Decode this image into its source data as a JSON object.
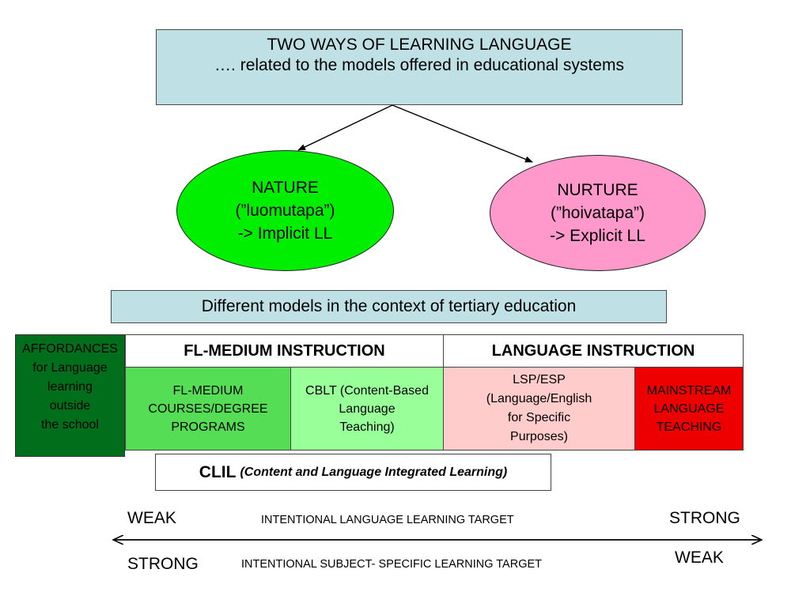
{
  "title": {
    "line1": "TWO WAYS OF LEARNING LANGUAGE",
    "line2": "…. related to the models offered in educational systems"
  },
  "nature": {
    "line1": "NATURE",
    "line2": "(”luomutapa”)",
    "line3": "-> Implicit LL"
  },
  "nurture": {
    "line1": "NURTURE",
    "line2": "(”hoivatapa”)",
    "line3": "-> Explicit LL"
  },
  "models_heading": "Different models in the context of tertiary education",
  "affordances": {
    "lines": [
      "AFFORDANCES",
      "for Language",
      "learning",
      "outside",
      "the school"
    ]
  },
  "headers": {
    "fl_medium": "FL-MEDIUM INSTRUCTION",
    "language": "LANGUAGE INSTRUCTION"
  },
  "cells": {
    "fl_medium": [
      "FL-MEDIUM",
      "COURSES/DEGREE",
      "PROGRAMS"
    ],
    "cblt": [
      "CBLT (Content-Based",
      "Language",
      "Teaching)"
    ],
    "lsp": [
      "LSP/ESP",
      "(Language/English",
      "for Specific",
      "Purposes)"
    ],
    "mainstream": [
      "MAINSTREAM",
      "LANGUAGE",
      "TEACHING"
    ]
  },
  "clil": {
    "main": "CLIL",
    "sub": "(Content and Language Integrated Learning)"
  },
  "scale": {
    "weak_left": "WEAK",
    "strong_right": "STRONG",
    "language_target": "INTENTIONAL LANGUAGE LEARNING TARGET",
    "strong_left": "STRONG",
    "weak_right": "WEAK",
    "subject_target": "INTENTIONAL SUBJECT- SPECIFIC LEARNING TARGET"
  },
  "colors": {
    "title_box": "#bfe0e4",
    "nature": "#00ee00",
    "nurture": "#ff99cc",
    "affordances": "#006e1a",
    "fl_medium_cell": "#55dd55",
    "cblt_cell": "#99ff99",
    "lsp_cell": "#ffcccc",
    "mainstream_cell": "#ee0000"
  }
}
